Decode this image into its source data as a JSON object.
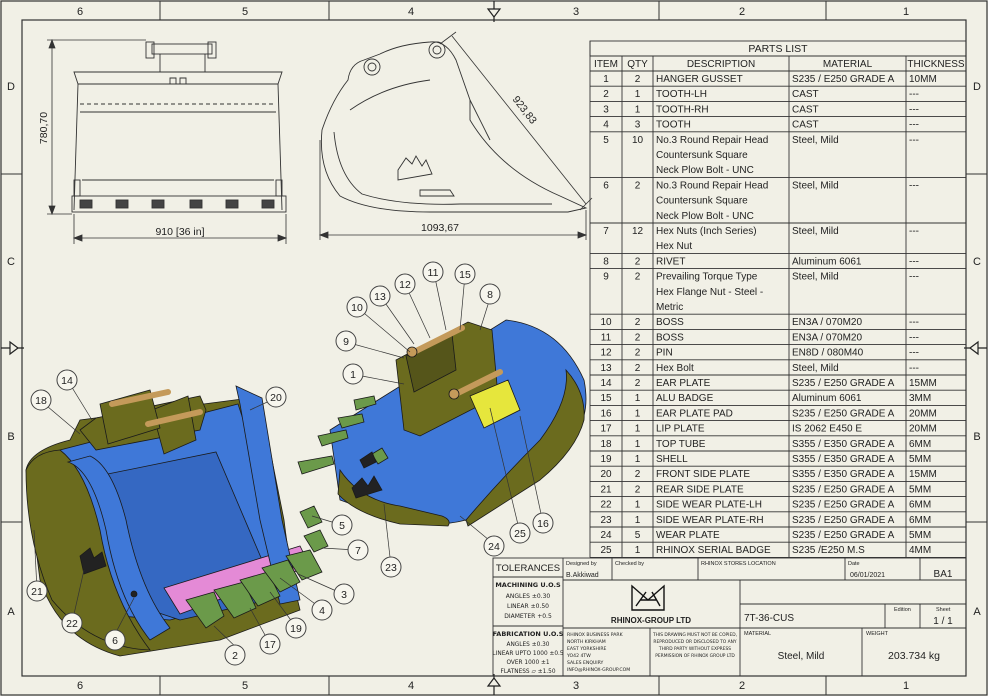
{
  "border": {
    "top_cols": [
      "6",
      "5",
      "4",
      "3",
      "2",
      "1"
    ],
    "bottom_cols": [
      "6",
      "5",
      "4",
      "3",
      "2",
      "1"
    ],
    "left_rows": [
      "D",
      "C",
      "B",
      "A"
    ],
    "right_rows": [
      "D",
      "C",
      "B",
      "A"
    ]
  },
  "views": {
    "front": {
      "height_dim": "780,70",
      "width_dim": "910 [36 in]"
    },
    "side": {
      "diag_dim": "923,83",
      "width_dim": "1093,67"
    }
  },
  "balloons": [
    "1",
    "2",
    "3",
    "4",
    "5",
    "6",
    "7",
    "8",
    "9",
    "10",
    "11",
    "12",
    "13",
    "14",
    "15",
    "16",
    "17",
    "18",
    "19",
    "20",
    "21",
    "22",
    "23",
    "24",
    "25"
  ],
  "parts_list": {
    "title": "PARTS LIST",
    "headers": [
      "ITEM",
      "QTY",
      "DESCRIPTION",
      "MATERIAL",
      "THICKNESS"
    ],
    "rows": [
      {
        "item": "1",
        "qty": "2",
        "desc": [
          "HANGER GUSSET"
        ],
        "mat": "S235 / E250 GRADE A",
        "thk": "10MM"
      },
      {
        "item": "2",
        "qty": "1",
        "desc": [
          "TOOTH-LH"
        ],
        "mat": "CAST",
        "thk": "---"
      },
      {
        "item": "3",
        "qty": "1",
        "desc": [
          "TOOTH-RH"
        ],
        "mat": "CAST",
        "thk": "---"
      },
      {
        "item": "4",
        "qty": "3",
        "desc": [
          "TOOTH"
        ],
        "mat": "CAST",
        "thk": "---"
      },
      {
        "item": "5",
        "qty": "10",
        "desc": [
          "No.3  Round Repair Head",
          "Countersunk Square",
          "Neck Plow Bolt - UNC"
        ],
        "mat": "Steel, Mild",
        "thk": "---"
      },
      {
        "item": "6",
        "qty": "2",
        "desc": [
          "No.3  Round Repair Head",
          "Countersunk Square",
          "Neck Plow Bolt - UNC"
        ],
        "mat": "Steel, Mild",
        "thk": "---"
      },
      {
        "item": "7",
        "qty": "12",
        "desc": [
          "Hex Nuts (Inch Series)",
          "Hex Nut"
        ],
        "mat": "Steel, Mild",
        "thk": "---"
      },
      {
        "item": "8",
        "qty": "2",
        "desc": [
          "RIVET"
        ],
        "mat": "Aluminum 6061",
        "thk": "---"
      },
      {
        "item": "9",
        "qty": "2",
        "desc": [
          "Prevailing Torque Type",
          "Hex Flange Nut  - Steel -",
          "Metric"
        ],
        "mat": "Steel, Mild",
        "thk": "---"
      },
      {
        "item": "10",
        "qty": "2",
        "desc": [
          "BOSS"
        ],
        "mat": "EN3A / 070M20",
        "thk": "---"
      },
      {
        "item": "11",
        "qty": "2",
        "desc": [
          "BOSS"
        ],
        "mat": "EN3A / 070M20",
        "thk": "---"
      },
      {
        "item": "12",
        "qty": "2",
        "desc": [
          "PIN"
        ],
        "mat": "EN8D / 080M40",
        "thk": "---"
      },
      {
        "item": "13",
        "qty": "2",
        "desc": [
          "Hex Bolt"
        ],
        "mat": "Steel, Mild",
        "thk": "---"
      },
      {
        "item": "14",
        "qty": "2",
        "desc": [
          "EAR PLATE"
        ],
        "mat": "S235 / E250 GRADE A",
        "thk": "15MM"
      },
      {
        "item": "15",
        "qty": "1",
        "desc": [
          "ALU BADGE"
        ],
        "mat": "Aluminum 6061",
        "thk": "3MM"
      },
      {
        "item": "16",
        "qty": "1",
        "desc": [
          "EAR PLATE PAD"
        ],
        "mat": "S235 / E250 GRADE A",
        "thk": "20MM"
      },
      {
        "item": "17",
        "qty": "1",
        "desc": [
          "LIP PLATE"
        ],
        "mat": "IS 2062 E450 E",
        "thk": "20MM"
      },
      {
        "item": "18",
        "qty": "1",
        "desc": [
          "TOP TUBE"
        ],
        "mat": "S355 / E350 GRADE A",
        "thk": "6MM"
      },
      {
        "item": "19",
        "qty": "1",
        "desc": [
          "SHELL"
        ],
        "mat": "S355 / E350 GRADE A",
        "thk": "5MM"
      },
      {
        "item": "20",
        "qty": "2",
        "desc": [
          "FRONT SIDE PLATE"
        ],
        "mat": "S355 / E350 GRADE A",
        "thk": "15MM"
      },
      {
        "item": "21",
        "qty": "2",
        "desc": [
          "REAR SIDE PLATE"
        ],
        "mat": "S235 / E250 GRADE A",
        "thk": "5MM"
      },
      {
        "item": "22",
        "qty": "1",
        "desc": [
          "SIDE WEAR PLATE-LH"
        ],
        "mat": "S235 / E250 GRADE A",
        "thk": "6MM"
      },
      {
        "item": "23",
        "qty": "1",
        "desc": [
          "SIDE WEAR PLATE-RH"
        ],
        "mat": "S235 / E250 GRADE A",
        "thk": "6MM"
      },
      {
        "item": "24",
        "qty": "5",
        "desc": [
          "WEAR PLATE"
        ],
        "mat": "S235 / E250 GRADE A",
        "thk": "5MM"
      },
      {
        "item": "25",
        "qty": "1",
        "desc": [
          "RHINOX SERIAL BADGE"
        ],
        "mat": "S235 /E250 M.S",
        "thk": "4MM"
      }
    ]
  },
  "title_block": {
    "tolerances_label": "TOLERANCES",
    "machining_label": "MACHINING U.O.S",
    "machining_lines": [
      "ANGLES ±0.30",
      "LINEAR ±0.50",
      "DIAMETER +0.5"
    ],
    "fabrication_label": "FABRICATION U.O.S",
    "fabrication_lines": [
      "ANGLES ±0.30",
      "LINEAR UPTO 1000 ±0.5",
      "OVER 1000 ±1",
      "FLATNESS ⏥ ±1.50"
    ],
    "designed_by_label": "Designed by",
    "designed_by": "B.Akkiwad",
    "checked_by_label": "Checked by",
    "location_label": "RHINOX STORES LOCATION",
    "date_label": "Date",
    "date": "06/01/2021",
    "sheet_size": "BA1",
    "company": "RHINOX-GROUP LTD",
    "address_lines": [
      "RHINOX BUSINESS PARK",
      "NORTH KIRKHAM",
      "EAST YORKSHIRE",
      "YO42 4TW",
      "SALES ENQUIRY",
      "INFO@RHINOX-GROUP.COM"
    ],
    "notice_lines": [
      "THIS DRAWING MUST NOT BE COPIED,",
      "REPRODUCED OR DISCLOSED TO ANY",
      "THIRD PARTY WITHOUT EXPRESS",
      "PERMISSION OF RHINOX GROUP LTD"
    ],
    "part_number": "7T-36-CUS",
    "edition_label": "Edition",
    "sheet_label": "Sheet",
    "sheet": "1 / 1",
    "material_label": "MATERIAL",
    "material": "Steel, Mild",
    "weight_label": "WEIGHT",
    "weight": "203.734 kg"
  },
  "colors": {
    "shell_blue": "#3f78d8",
    "plate_olive": "#6b6b1e",
    "pin_orange": "#c49a5a",
    "tooth_green": "#6b9a4a",
    "wear_pink": "#e48ad6",
    "pad_yellow": "#e6e63c",
    "paper": "#f1f0e6"
  }
}
